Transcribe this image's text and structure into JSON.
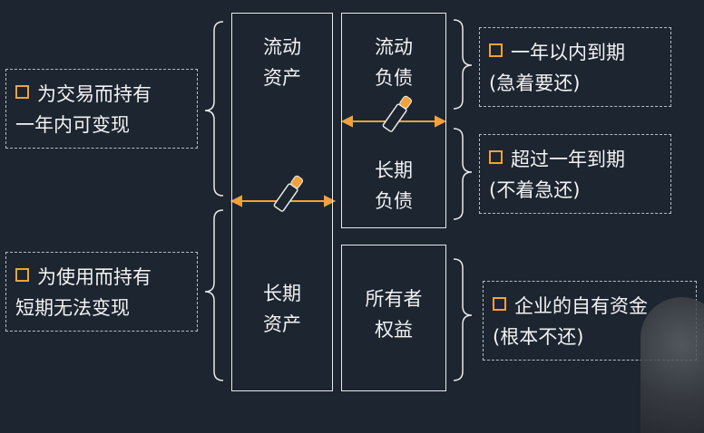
{
  "left_notes": [
    {
      "line1": "为交易而持有",
      "line2": "一年内可变现"
    },
    {
      "line1": "为使用而持有",
      "line2": "短期无法变现"
    }
  ],
  "assets": {
    "current": [
      "流动",
      "资产"
    ],
    "long_term": [
      "长期",
      "资产"
    ]
  },
  "liabilities": {
    "current": [
      "流动",
      "负债"
    ],
    "long_term": [
      "长期",
      "负债"
    ]
  },
  "equity": [
    "所有者",
    "权益"
  ],
  "right_notes": [
    {
      "line1": "一年以内到期",
      "line2": "(急着要还)"
    },
    {
      "line1": "超过一年到期",
      "line2": "(不着急还)"
    },
    {
      "line1": "企业的自有资金",
      "line2": "(根本不还)"
    }
  ],
  "colors": {
    "background": "#1c2530",
    "accent": "#f2a23a",
    "line": "#eaeaea",
    "dashed": "#b8bcc2"
  },
  "icons": [
    "saw-icon",
    "saw-icon"
  ]
}
